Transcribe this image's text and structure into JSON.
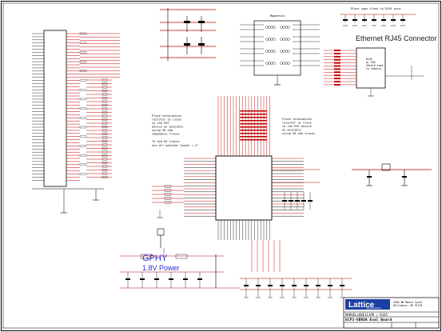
{
  "title": "Ethernet RJ45 Connector",
  "gphy": {
    "line1": "GPHY",
    "line2": "1.8V Power"
  },
  "note_top": "Place caps close to RJ45 pins",
  "note_left": [
    "Place termination",
    "resistor as close",
    "to the PHY",
    "device as possible",
    "using 50 ohm",
    "impedance traces"
  ],
  "note_right": [
    "Place termination",
    "resistor as close",
    "to the PHY device",
    "as possible",
    "using 50 ohm traces"
  ],
  "tx_rx_note": [
    "TX and RX traces",
    "are all matched length < 2\""
  ],
  "magnetics_label": "Magnetics",
  "rj45_labels": [
    "RJ45",
    "w/ LED",
    "Shield tied",
    "to chassis"
  ],
  "titleblock": {
    "logo": "Lattice",
    "logo_sub": "Semiconductor",
    "address": [
      "5555 NE Moore Court",
      "Hillsboro, OR 97124"
    ],
    "sheet_name": "ECP3-VERSA Eval Board",
    "sheet_sub": "MARVELL88E1119R / RJ45"
  },
  "colors": {
    "wire": "#c00000",
    "body": "#000000",
    "accent": "#2b2bd9"
  }
}
